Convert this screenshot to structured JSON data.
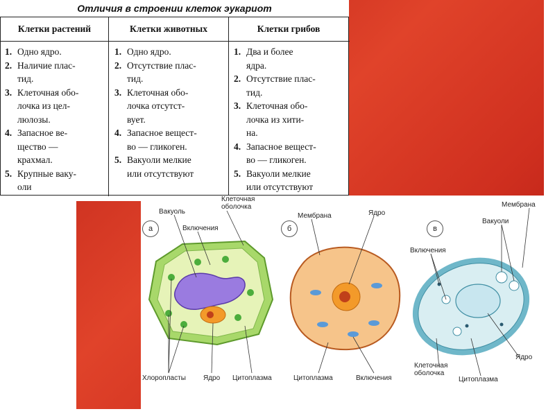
{
  "title": "Отличия в строении клеток эукариот",
  "table": {
    "columns": [
      {
        "header": "Клетки растений",
        "items": [
          {
            "n": "1.",
            "text": "Одно ядро."
          },
          {
            "n": "2.",
            "text": "Наличие плас-\nтид."
          },
          {
            "n": "3.",
            "text": "Клеточная обо-\nлочка из цел-\nлюлозы."
          },
          {
            "n": "4.",
            "text": "Запасное ве-\nщество —\nкрахмал."
          },
          {
            "n": "5.",
            "text": "Крупные ваку-\nоли"
          }
        ]
      },
      {
        "header": "Клетки животных",
        "items": [
          {
            "n": "1.",
            "text": "Одно ядро."
          },
          {
            "n": "2.",
            "text": "Отсутствие плас-\nтид."
          },
          {
            "n": "3.",
            "text": "Клеточная обо-\nлочка отсутст-\nвует."
          },
          {
            "n": "4.",
            "text": "Запасное вещест-\nво — гликоген."
          },
          {
            "n": "5.",
            "text": "Вакуоли мелкие\nили отсутствуют"
          }
        ]
      },
      {
        "header": "Клетки грибов",
        "items": [
          {
            "n": "1.",
            "text": "Два и более\nядра."
          },
          {
            "n": "2.",
            "text": "Отсутствие плас-\nтид."
          },
          {
            "n": "3.",
            "text": "Клеточная обо-\nлочка из хити-\nна."
          },
          {
            "n": "4.",
            "text": "Запасное вещест-\nво — гликоген."
          },
          {
            "n": "5.",
            "text": "Вакуоли мелкие\nили отсутствуют"
          }
        ]
      }
    ]
  },
  "diagram": {
    "letters": [
      "а",
      "б",
      "в"
    ],
    "plant_labels": {
      "vacuole": "Вакуоль",
      "cell_wall": "Клеточная\nоболочка",
      "inclusions": "Включения",
      "chloroplasts": "Хлоропласты",
      "nucleus": "Ядро",
      "cytoplasm": "Цитоплазма"
    },
    "animal_labels": {
      "membrane": "Мембрана",
      "nucleus": "Ядро",
      "cytoplasm": "Цитоплазма",
      "inclusions": "Включения"
    },
    "fungus_labels": {
      "membrane": "Мембрана",
      "vacuoles": "Вакуоли",
      "inclusions": "Включения",
      "cell_wall": "Клеточная\nоболочка",
      "cytoplasm": "Цитоплазма",
      "nucleus": "Ядро"
    },
    "colors": {
      "plant_wall": "#a8d86a",
      "plant_cyto": "#e6f3b8",
      "vacuole": "#9a7be0",
      "chloroplast": "#4cad3c",
      "nucleus": "#f39a2a",
      "animal_cyto": "#f6c48a",
      "fungus_cyto": "#d9eef2",
      "fungus_wall": "#6fb7c9"
    }
  }
}
